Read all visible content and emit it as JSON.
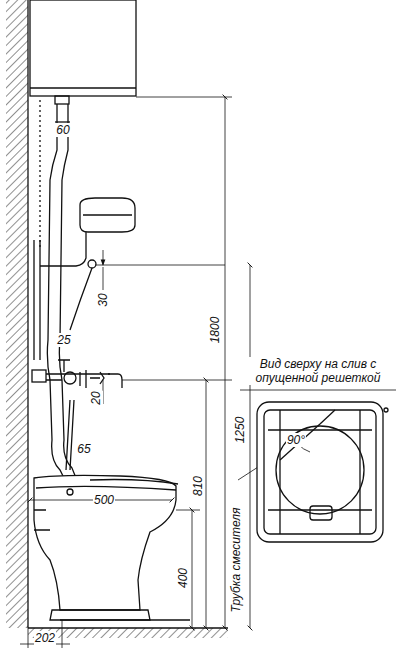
{
  "diagram": {
    "labels": [
      "60",
      "30",
      "1800",
      "25",
      "20",
      "Вид сверху на слив с опущенной решеткой",
      "1250",
      "810",
      "65",
      "90°",
      "500",
      "Трубка смесителя",
      "400",
      "202"
    ]
  }
}
